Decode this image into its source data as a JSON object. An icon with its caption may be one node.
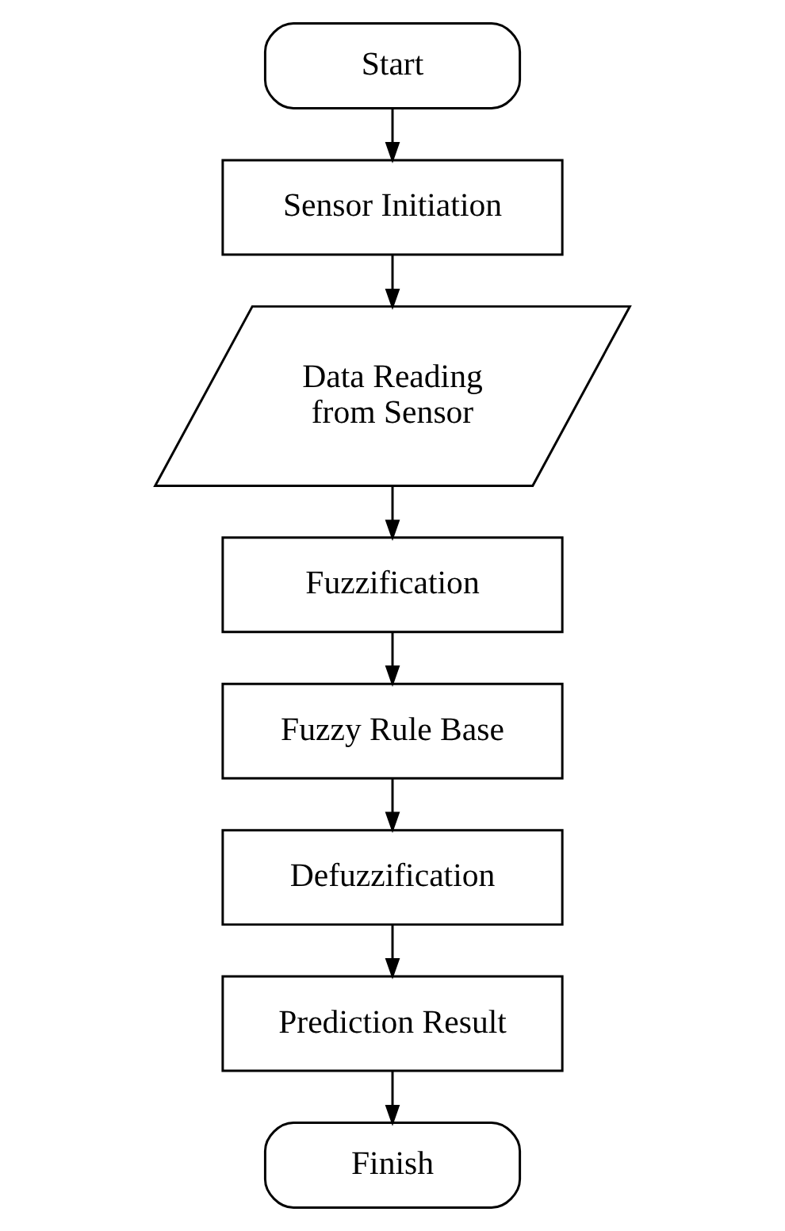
{
  "diagram": {
    "nodes": [
      {
        "text": [
          "Start"
        ]
      },
      {
        "text": [
          "Sensor Initiation"
        ]
      },
      {
        "text": [
          "Data Reading from Sensor"
        ]
      },
      {
        "text": [
          "Fuzzification"
        ]
      },
      {
        "text": [
          "Fuzzy Rule Base"
        ]
      },
      {
        "text": [
          "Defuzzification"
        ]
      },
      {
        "text": [
          "Prediction Result"
        ]
      },
      {
        "text": [
          "Finish"
        ]
      }
    ],
    "edges": [
      {
        "from": 0,
        "to": 1,
        "arrow": "to"
      },
      {
        "from": 1,
        "to": 2,
        "arrow": "to"
      },
      {
        "from": 2,
        "to": 3,
        "arrow": "to"
      },
      {
        "from": 3,
        "to": 4,
        "arrow": "to"
      },
      {
        "from": 4,
        "to": 5,
        "arrow": "to"
      },
      {
        "from": 5,
        "to": 6,
        "arrow": "to"
      },
      {
        "from": 6,
        "to": 7,
        "arrow": "to"
      }
    ]
  }
}
